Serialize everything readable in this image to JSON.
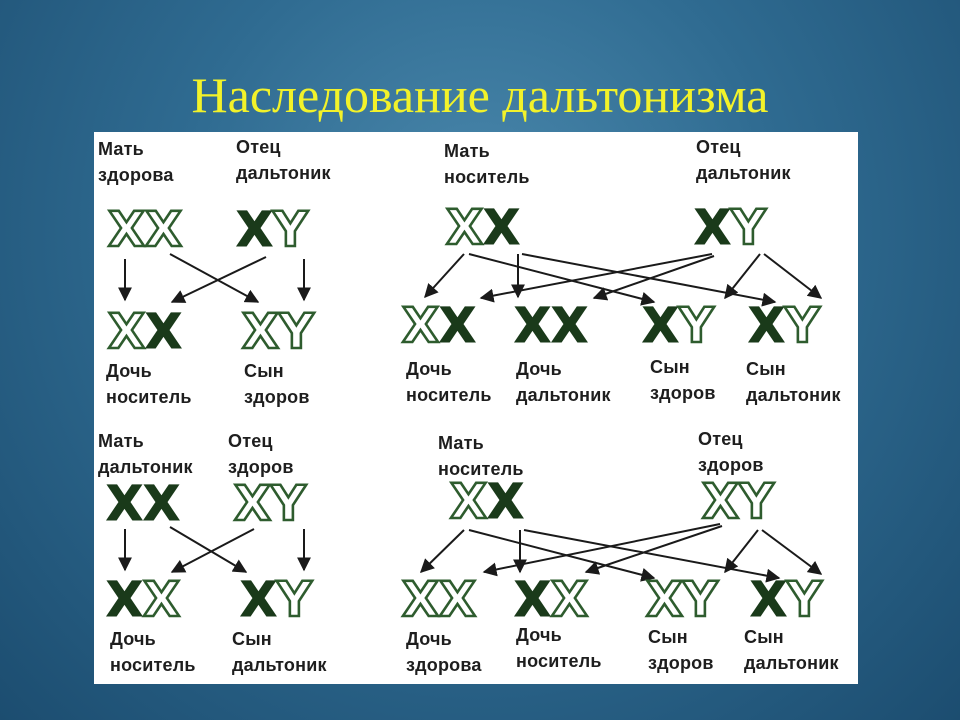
{
  "title": "Наследование дальтонизма",
  "colors": {
    "accent": "#f2f22a",
    "carrier": "#1a3a1a",
    "healthy_outline": "#2e5c2e",
    "background": "#2f6b91"
  },
  "crosses": [
    {
      "mother": {
        "role": "Мать",
        "status": "здорова",
        "genes": [
          "X",
          "X"
        ]
      },
      "father": {
        "role": "Отец",
        "status": "дальтоник",
        "genes": [
          "X",
          "Y"
        ]
      },
      "offspring": [
        {
          "role": "Дочь",
          "status": "носитель",
          "genes": [
            "X",
            "X"
          ]
        },
        {
          "role": "Сын",
          "status": "здоров",
          "genes": [
            "X",
            "Y"
          ]
        }
      ]
    },
    {
      "mother": {
        "role": "Мать",
        "status": "носитель",
        "genes": [
          "X",
          "X"
        ]
      },
      "father": {
        "role": "Отец",
        "status": "дальтоник",
        "genes": [
          "X",
          "Y"
        ]
      },
      "offspring": [
        {
          "role": "Дочь",
          "status": "носитель",
          "genes": [
            "X",
            "X"
          ]
        },
        {
          "role": "Дочь",
          "status": "дальтоник",
          "genes": [
            "X",
            "X"
          ]
        },
        {
          "role": "Сын",
          "status": "здоров",
          "genes": [
            "X",
            "Y"
          ]
        },
        {
          "role": "Сын",
          "status": "дальтоник",
          "genes": [
            "X",
            "Y"
          ]
        }
      ]
    },
    {
      "mother": {
        "role": "Мать",
        "status": "дальтоник",
        "genes": [
          "X",
          "X"
        ]
      },
      "father": {
        "role": "Отец",
        "status": "здоров",
        "genes": [
          "X",
          "Y"
        ]
      },
      "offspring": [
        {
          "role": "Дочь",
          "status": "носитель",
          "genes": [
            "X",
            "X"
          ]
        },
        {
          "role": "Сын",
          "status": "дальтоник",
          "genes": [
            "X",
            "Y"
          ]
        }
      ]
    },
    {
      "mother": {
        "role": "Мать",
        "status": "носитель",
        "genes": [
          "X",
          "X"
        ]
      },
      "father": {
        "role": "Отец",
        "status": "здоров",
        "genes": [
          "X",
          "Y"
        ]
      },
      "offspring": [
        {
          "role": "Дочь",
          "status": "здорова",
          "genes": [
            "X",
            "X"
          ]
        },
        {
          "role": "Дочь",
          "status": "носитель",
          "genes": [
            "X",
            "X"
          ]
        },
        {
          "role": "Сын",
          "status": "здоров",
          "genes": [
            "X",
            "Y"
          ]
        },
        {
          "role": "Сын",
          "status": "дальтоник",
          "genes": [
            "X",
            "Y"
          ]
        }
      ]
    }
  ]
}
